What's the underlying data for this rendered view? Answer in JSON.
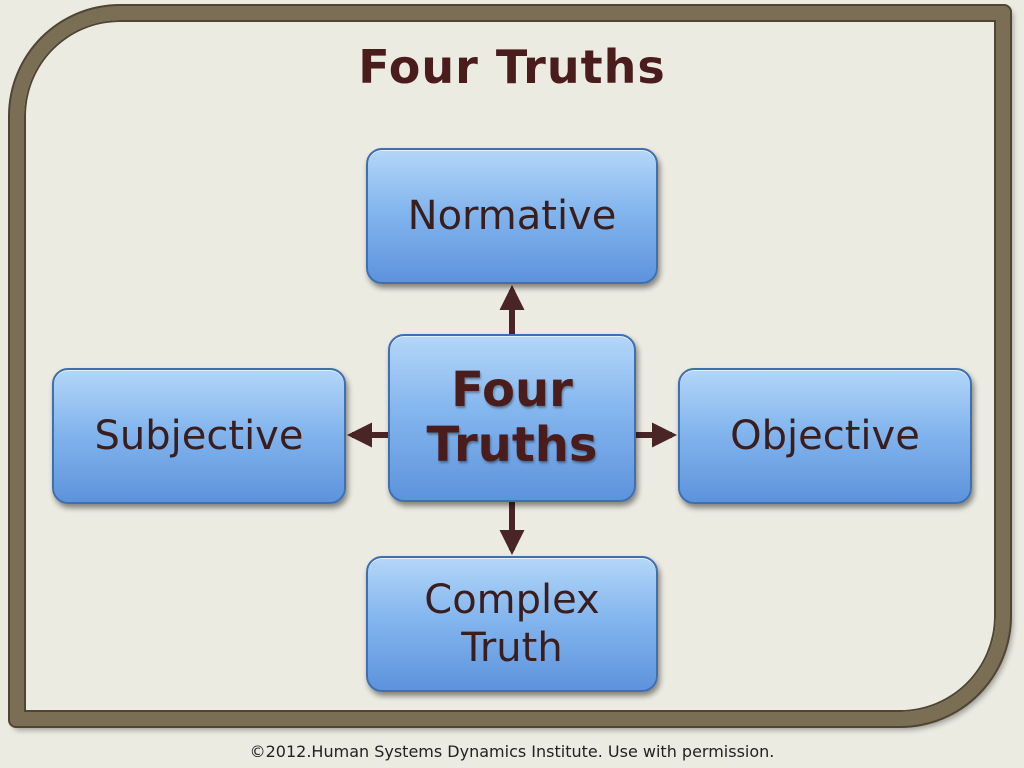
{
  "title": "Four Truths",
  "center": {
    "line1": "Four",
    "line2": "Truths"
  },
  "nodes": {
    "top": "Normative",
    "left": "Subjective",
    "right": "Objective",
    "bottom_line1": "Complex",
    "bottom_line2": "Truth"
  },
  "footer": "©2012.Human Systems Dynamics Institute. Use with permission.",
  "colors": {
    "frame": "#7a6e55",
    "background": "#ecebe2",
    "box_light": "#b4d6f8",
    "box_dark": "#5d93dc",
    "text_maroon": "#4a1c1c",
    "arrow": "#4a2525"
  }
}
